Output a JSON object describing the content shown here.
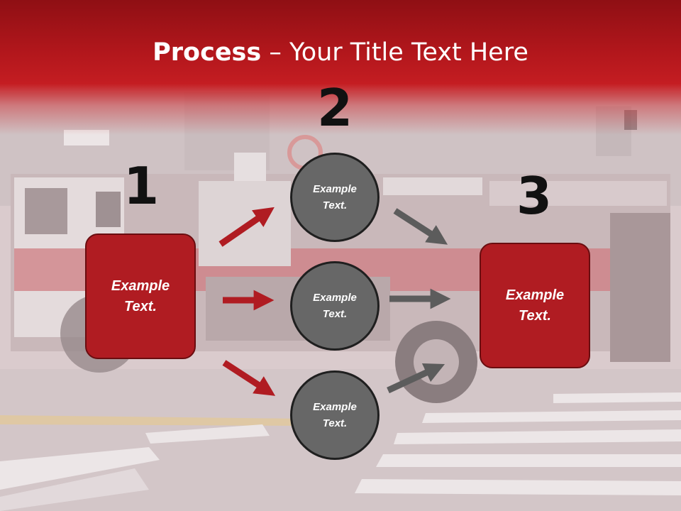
{
  "title": {
    "bold": "Process",
    "rest": " – Your Title Text Here"
  },
  "steps": [
    {
      "number": "1",
      "text": "Example Text."
    },
    {
      "number": "2",
      "text": "Example Text."
    },
    {
      "number": "3",
      "text": "Example Text."
    }
  ],
  "circles": [
    {
      "text": "Example Text."
    },
    {
      "text": "Example Text."
    },
    {
      "text": "Example Text."
    }
  ],
  "colors": {
    "header": "#b3171c",
    "box": "#b01c22",
    "circle": "#676767",
    "arrow_red": "#b01c22",
    "arrow_gray": "#5c5c5c"
  }
}
